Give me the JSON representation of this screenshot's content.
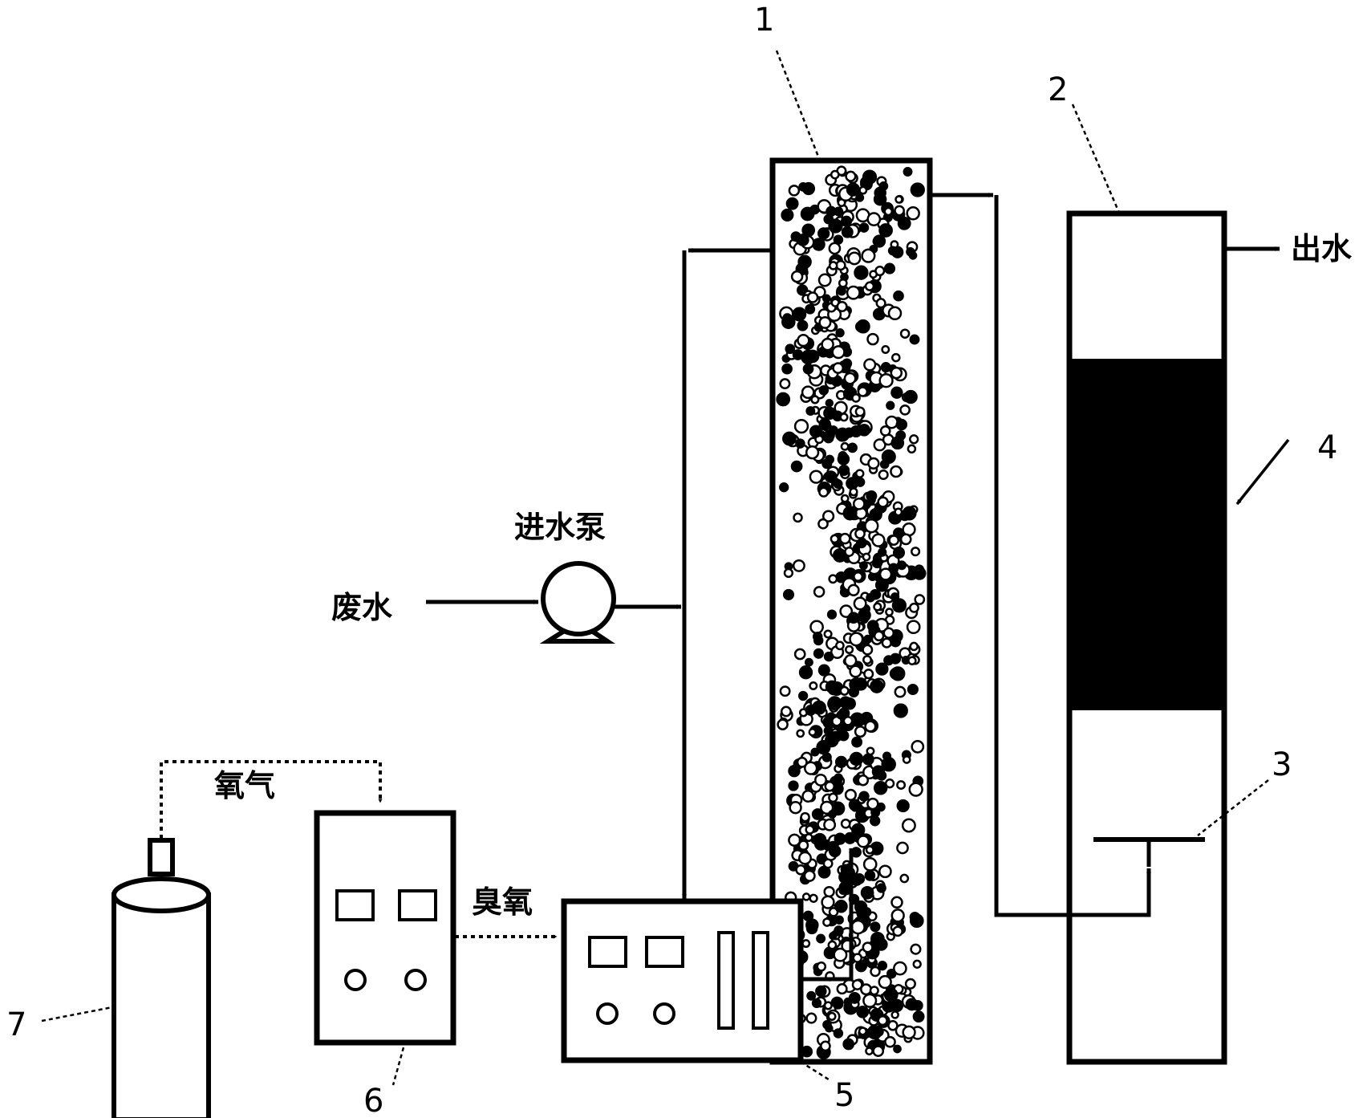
{
  "labels": {
    "wastewater": "废水",
    "inlet_pump": "进水泵",
    "outlet_water": "出水",
    "oxygen": "氧气",
    "ozone": "臭氧"
  },
  "callouts": {
    "n1": "1",
    "n2": "2",
    "n3": "3",
    "n4": "4",
    "n5": "5",
    "n6": "6",
    "n7": "7"
  }
}
